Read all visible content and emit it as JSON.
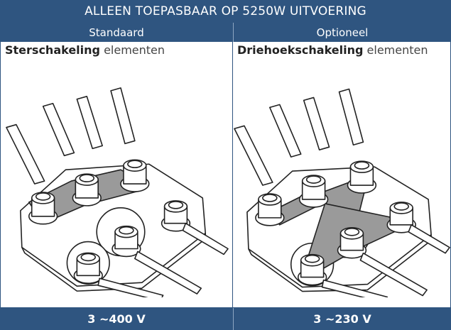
{
  "title": "ALLEEN TOEPASBAAR OP 5250W UITVOERING",
  "columns": {
    "left": {
      "header": "Standaard",
      "label_bold": "Sterschakeling",
      "label_rest": " elementen",
      "voltage": "3 ~400 V"
    },
    "right": {
      "header": "Optioneel",
      "label_bold": "Driehoekschakeling",
      "label_rest": " elementen",
      "voltage": "3 ~230 V"
    }
  },
  "colors": {
    "header_bg": "#2f5580",
    "header_text": "#ffffff",
    "bridge_fill": "#9a9a9a"
  },
  "icons": {
    "left_drawing": "star-connection-terminal-diagram",
    "right_drawing": "delta-connection-terminal-diagram"
  }
}
